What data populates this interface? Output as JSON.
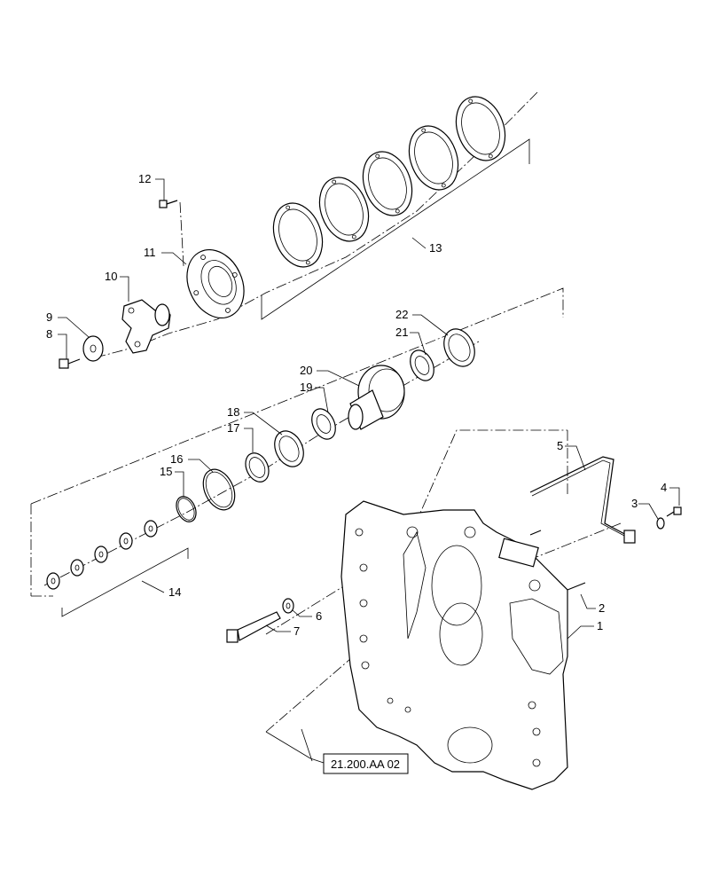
{
  "callouts": {
    "c1": "1",
    "c2": "2",
    "c3": "3",
    "c4": "4",
    "c5": "5",
    "c6": "6",
    "c7": "7",
    "c8": "8",
    "c9": "9",
    "c10": "10",
    "c11": "11",
    "c12": "12",
    "c13": "13",
    "c14": "14",
    "c15": "15",
    "c16": "16",
    "c17": "17",
    "c18": "18",
    "c19": "19",
    "c20": "20",
    "c21": "21",
    "c22": "22"
  },
  "reference": {
    "label": "21.200.AA 02"
  }
}
